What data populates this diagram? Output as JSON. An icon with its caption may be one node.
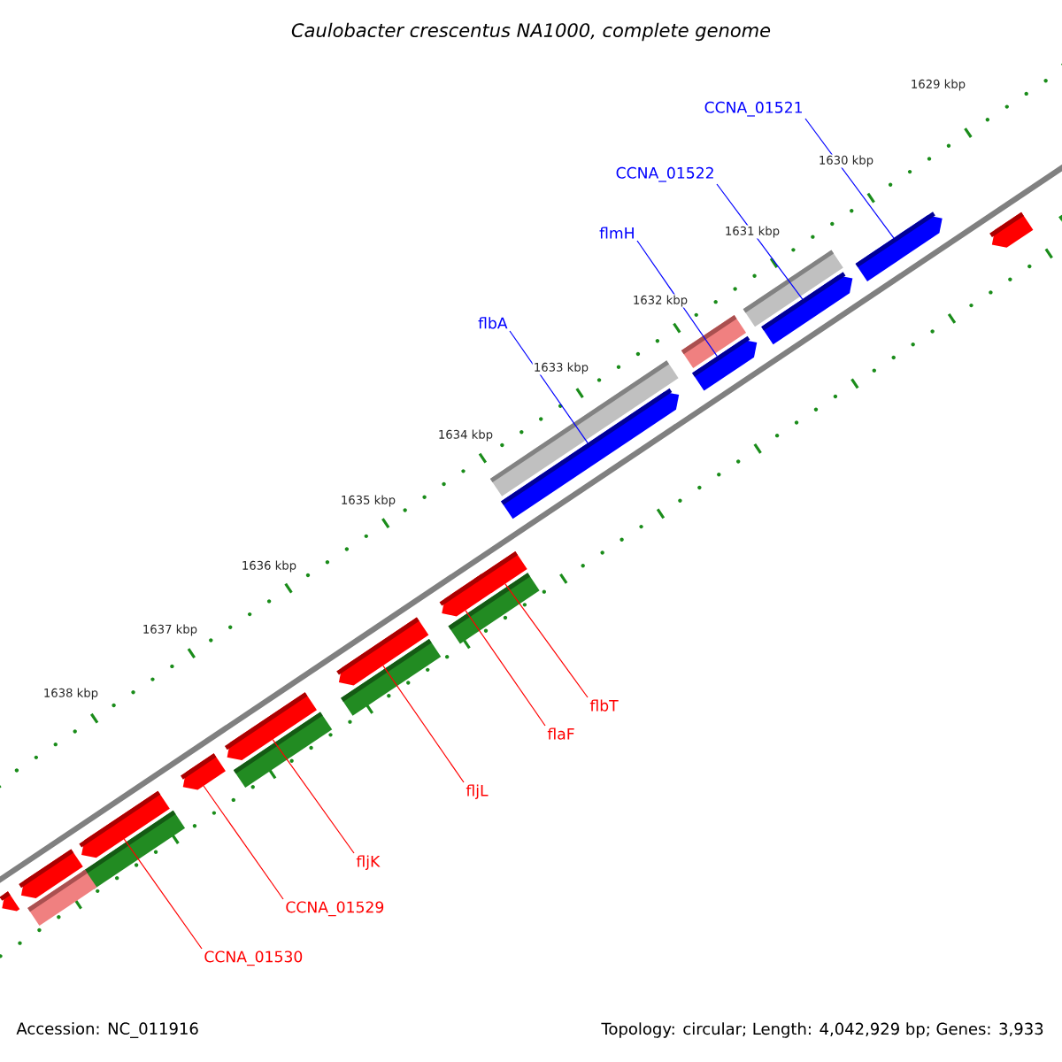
{
  "diagram": {
    "title": "Caulobacter crescentus NA1000, complete genome",
    "nodes": [
      {
        "text": [
          "CCNA_01521"
        ]
      },
      {
        "text": [
          "CCNA_01522"
        ]
      },
      {
        "text": [
          "flmH"
        ]
      },
      {
        "text": [
          "flbA"
        ]
      },
      {
        "text": [
          "flbT"
        ]
      },
      {
        "text": [
          "flaF"
        ]
      },
      {
        "text": [
          "fljL"
        ]
      },
      {
        "text": [
          "fljK"
        ]
      },
      {
        "text": [
          "CCNA_01529"
        ]
      },
      {
        "text": [
          "CCNA_01530"
        ]
      },
      {
        "text": [],
        "shape": "arrow"
      },
      {
        "text": [],
        "shape": "arrow"
      },
      {
        "text": [],
        "shape": "arrow"
      },
      {
        "text": [],
        "shape": "arrow"
      },
      {
        "text": [],
        "shape": "arrow"
      },
      {
        "text": [],
        "shape": "arrow"
      },
      {
        "text": [],
        "shape": "arrow"
      },
      {
        "text": [],
        "shape": "arrow"
      },
      {
        "text": [],
        "shape": "arrow"
      },
      {
        "text": [],
        "shape": "arrow"
      },
      {
        "text": [],
        "shape": "arrow"
      },
      {
        "text": [],
        "shape": "arrow"
      },
      {
        "text": [],
        "shape": "arrow"
      }
    ],
    "edges": [
      {
        "from": 0,
        "to": 21,
        "arrow": "none",
        "color": "#0000ff"
      },
      {
        "from": 1,
        "to": 20,
        "arrow": "none",
        "color": "#0000ff"
      },
      {
        "from": 2,
        "to": 19,
        "arrow": "none",
        "color": "#0000ff"
      },
      {
        "from": 3,
        "to": 18,
        "arrow": "none",
        "color": "#0000ff"
      },
      {
        "from": 4,
        "to": 17,
        "arrow": "none",
        "color": "#ff0000"
      },
      {
        "from": 5,
        "to": 16,
        "arrow": "none",
        "color": "#ff0000"
      },
      {
        "from": 6,
        "to": 15,
        "arrow": "none",
        "color": "#ff0000"
      },
      {
        "from": 7,
        "to": 14,
        "arrow": "none",
        "color": "#ff0000"
      },
      {
        "from": 8,
        "to": 13,
        "arrow": "none",
        "color": "#ff0000"
      },
      {
        "from": 9,
        "to": 12,
        "arrow": "none",
        "color": "#ff0000"
      }
    ],
    "labels": [
      "1629 kbp",
      "1630 kbp",
      "1631 kbp",
      "1632 kbp",
      "1633 kbp",
      "1634 kbp",
      "1635 kbp",
      "1636 kbp",
      "1637 kbp",
      "1638 kbp",
      "Accession: NC_011916",
      "Topology: circular; Length: 4,042,929 bp; Genes: 3,933"
    ]
  }
}
